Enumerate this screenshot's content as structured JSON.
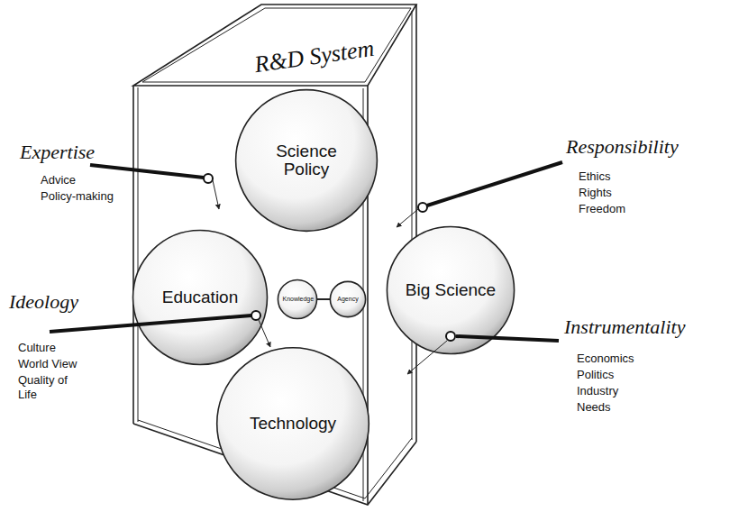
{
  "diagram": {
    "nodes": [
      {
        "text": [
          "Science Policy"
        ]
      },
      {
        "text": [
          "Education"
        ]
      },
      {
        "text": [
          "Knowledge"
        ]
      },
      {
        "text": [
          "Agency"
        ]
      },
      {
        "text": [
          "Big Science"
        ]
      },
      {
        "text": [
          "Technology"
        ]
      }
    ],
    "edges": [
      {
        "from": 2,
        "to": 3,
        "arrow": "none"
      }
    ],
    "labels": [
      "R&D System",
      "Expertise",
      "Advice",
      "Policy-making",
      "Responsibility",
      "Ethics",
      "Rights",
      "Freedom",
      "Ideology",
      "Culture",
      "World View",
      "Quality of Life",
      "Instrumentality",
      "Economics",
      "Politics",
      "Industry",
      "Needs"
    ]
  }
}
